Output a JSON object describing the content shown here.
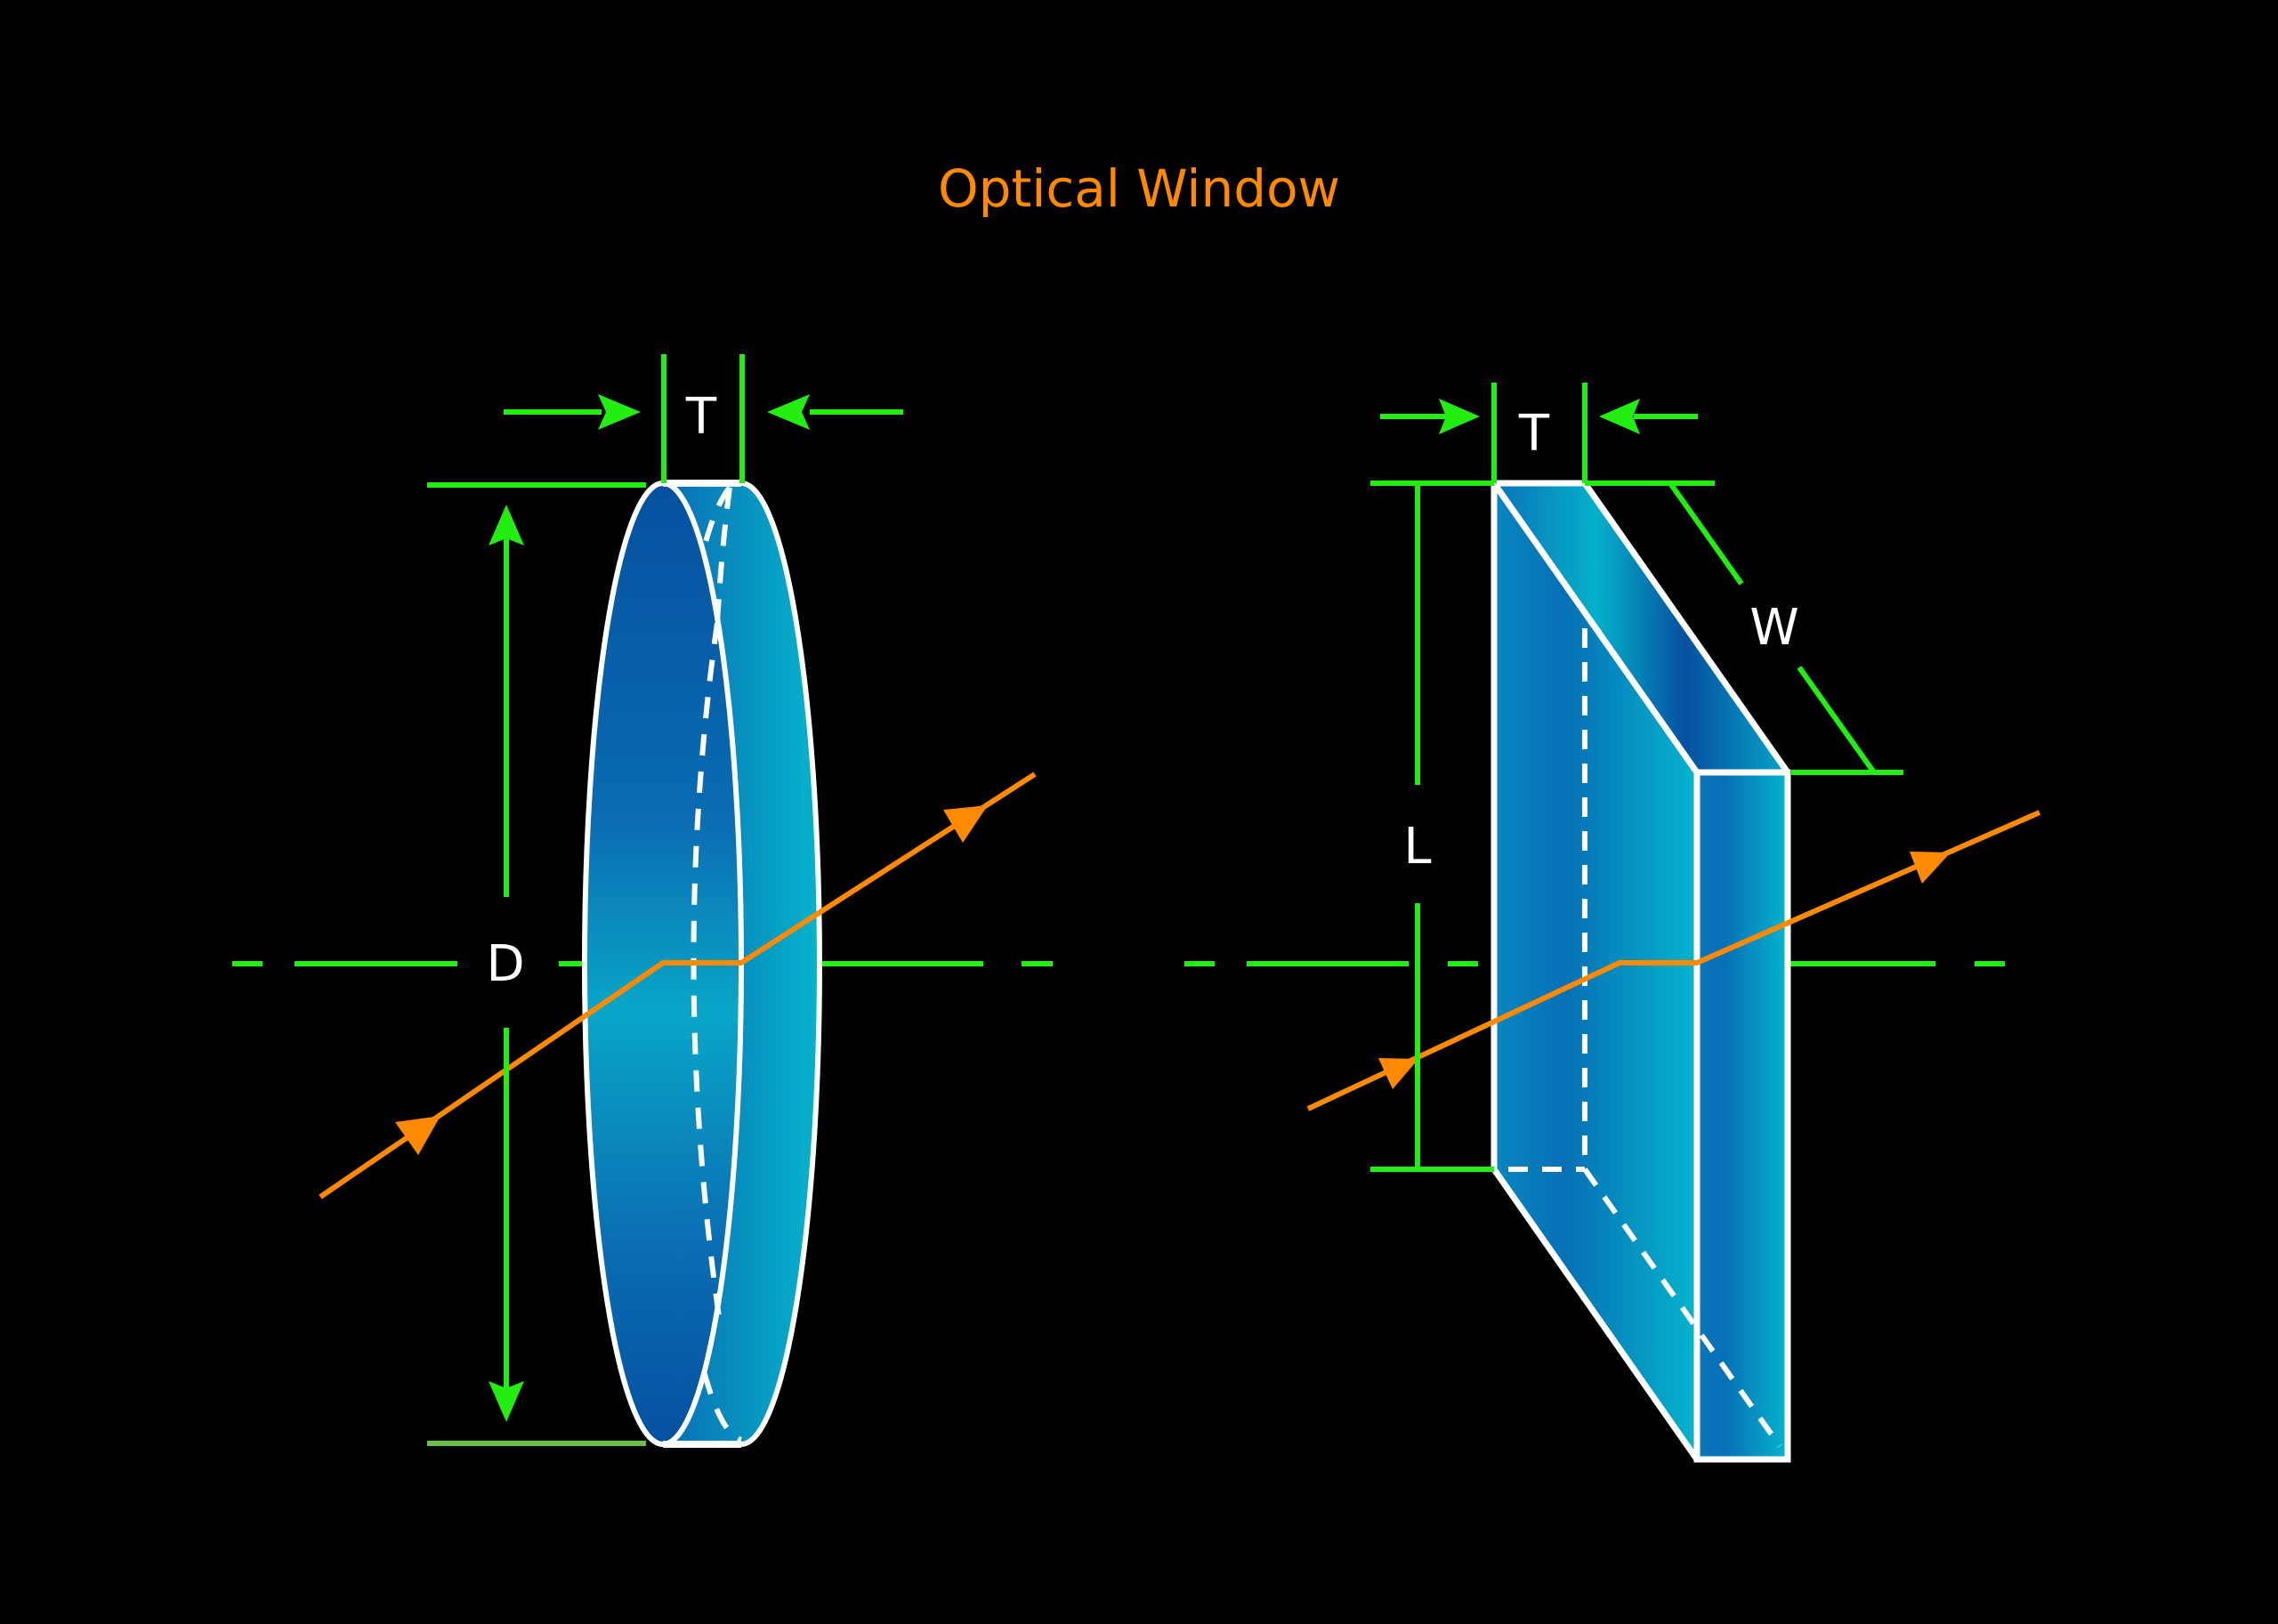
{
  "title": "Optical Window",
  "colors": {
    "background": "#000000",
    "title": "#ff8a00",
    "dimension": "#22ee11",
    "dimension_muted": "#6abf45",
    "ray": "#ff8a00",
    "outline": "#ffffff",
    "glass_dark": "#0550a0",
    "glass_mid": "#0a78bb",
    "glass_light": "#04b0cb"
  },
  "round_window": {
    "thickness_label": "T",
    "diameter_label": "D"
  },
  "rectangular_window": {
    "thickness_label": "T",
    "width_label": "W",
    "length_label": "L"
  }
}
